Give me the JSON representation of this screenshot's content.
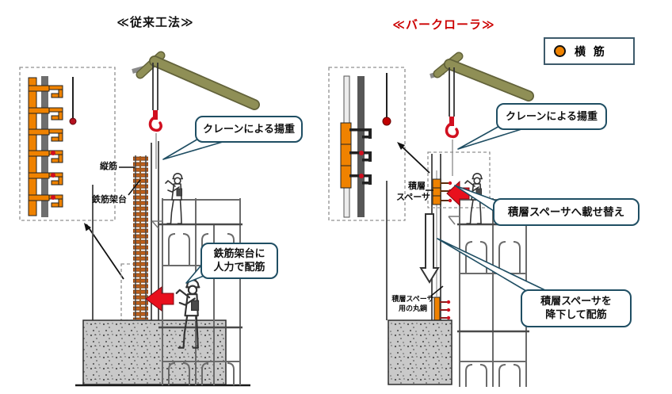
{
  "diagram_left": {
    "title": "≪従来工法≫",
    "labels": {
      "vertical_rebar": "縦筋",
      "rebar_stand": "鉄筋架台"
    },
    "callouts": {
      "crane_lift": "クレーンによる揚重",
      "manual_line1": "鉄筋架台に",
      "manual_line2": "人力で配筋"
    }
  },
  "diagram_right": {
    "title": "≪バークローラ≫",
    "legend": {
      "label": "横 筋"
    },
    "labels": {
      "stack_spacer_line1": "積層",
      "stack_spacer_line2": "スペーサ",
      "round_bar_line1": "積層スペーサ",
      "round_bar_line2": "用の丸鋼"
    },
    "callouts": {
      "crane_lift": "クレーンによる揚重",
      "transfer": "積層スペーサへ載せ替え",
      "lower_line1": "積層スペーサを",
      "lower_line2": "降下して配筋"
    }
  },
  "colors": {
    "title-red": "#cc0000",
    "rebar-orange": "#ef8200",
    "arrow-red": "#e8101d",
    "hook-red": "#d10f1f",
    "crane-olive": "#8f8f56",
    "callout-border": "#1f4e63",
    "concrete-gray": "#c9c9c9"
  }
}
